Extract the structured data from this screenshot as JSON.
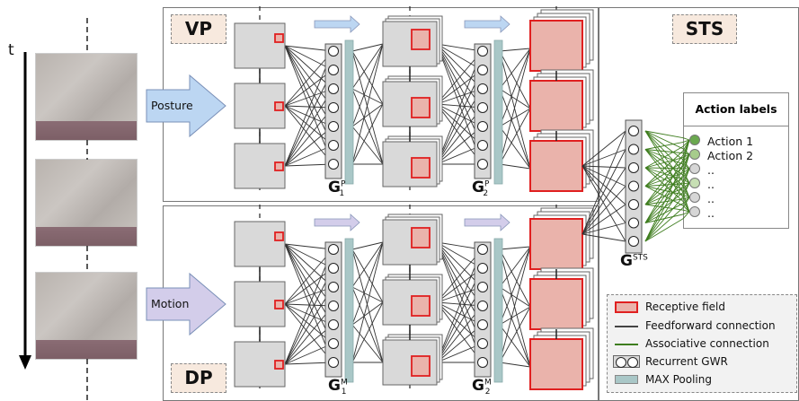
{
  "time_label": "t",
  "vp": {
    "tag": "VP",
    "input_label": "Posture",
    "g1": {
      "base": "G",
      "sup": "P",
      "sub": "1"
    },
    "g2": {
      "base": "G",
      "sup": "P",
      "sub": "2"
    }
  },
  "dp": {
    "tag": "DP",
    "input_label": "Motion",
    "g1": {
      "base": "G",
      "sup": "M",
      "sub": "1"
    },
    "g2": {
      "base": "G",
      "sup": "M",
      "sub": "2"
    }
  },
  "sts": {
    "tag": "STS",
    "g": {
      "base": "G",
      "sup": "STS"
    }
  },
  "action_labels": {
    "title": "Action labels",
    "items": [
      "Action 1",
      "Action 2",
      "..",
      "..",
      "..",
      ".."
    ]
  },
  "legend": {
    "receptive_field": "Receptive field",
    "feedforward": "Feedforward connection",
    "associative": "Associative connection",
    "recurrent_gwr": "Recurrent GWR",
    "max_pooling": "MAX Pooling"
  },
  "colors": {
    "posture_arrow": "#bcd6f2",
    "motion_arrow": "#d3cdea",
    "receptive_fill": "#eab3ab",
    "receptive_border": "#e02020",
    "pooling": "#a9c7c7",
    "associative": "#3e7d1e",
    "tag_fill": "#f7e9de",
    "unit_box": "#d9d9d9"
  }
}
